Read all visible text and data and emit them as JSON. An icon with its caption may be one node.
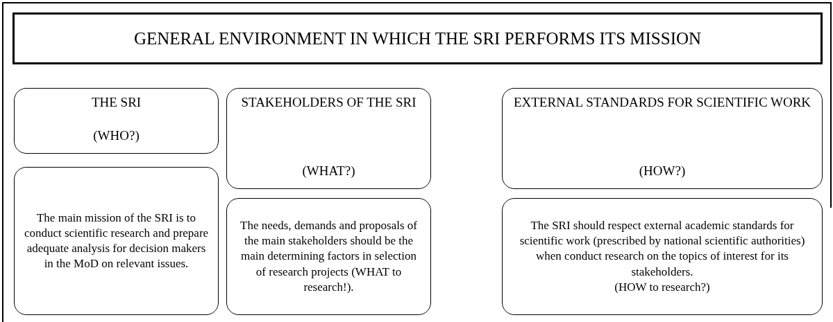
{
  "diagram": {
    "nodes": [
      {
        "text": [
          "GENERAL ENVIRONMENT IN WHICH THE SRI PERFORMS ITS MISSION"
        ]
      },
      {
        "text": [
          "THE SRI",
          "(WHO?)"
        ]
      },
      {
        "text": [
          "STAKEHOLDERS OF THE SRI",
          "(WHAT?)"
        ]
      },
      {
        "text": [
          "EXTERNAL STANDARDS FOR SCIENTIFIC WORK",
          "(HOW?)"
        ]
      },
      {
        "text": [
          "The main mission of the SRI is to conduct scientific research and prepare adequate analysis for decision makers in the MoD on relevant issues."
        ]
      },
      {
        "text": [
          "The needs, demands and proposals of the main stakeholders should be the main determining factors in selection of research projects (WHAT to research!)."
        ]
      },
      {
        "text": [
          "The SRI should respect external academic standards for scientific work (prescribed by national scientific authorities) when conduct research on the topics of interest for its stakeholders.",
          "(HOW to research?)"
        ]
      }
    ]
  }
}
